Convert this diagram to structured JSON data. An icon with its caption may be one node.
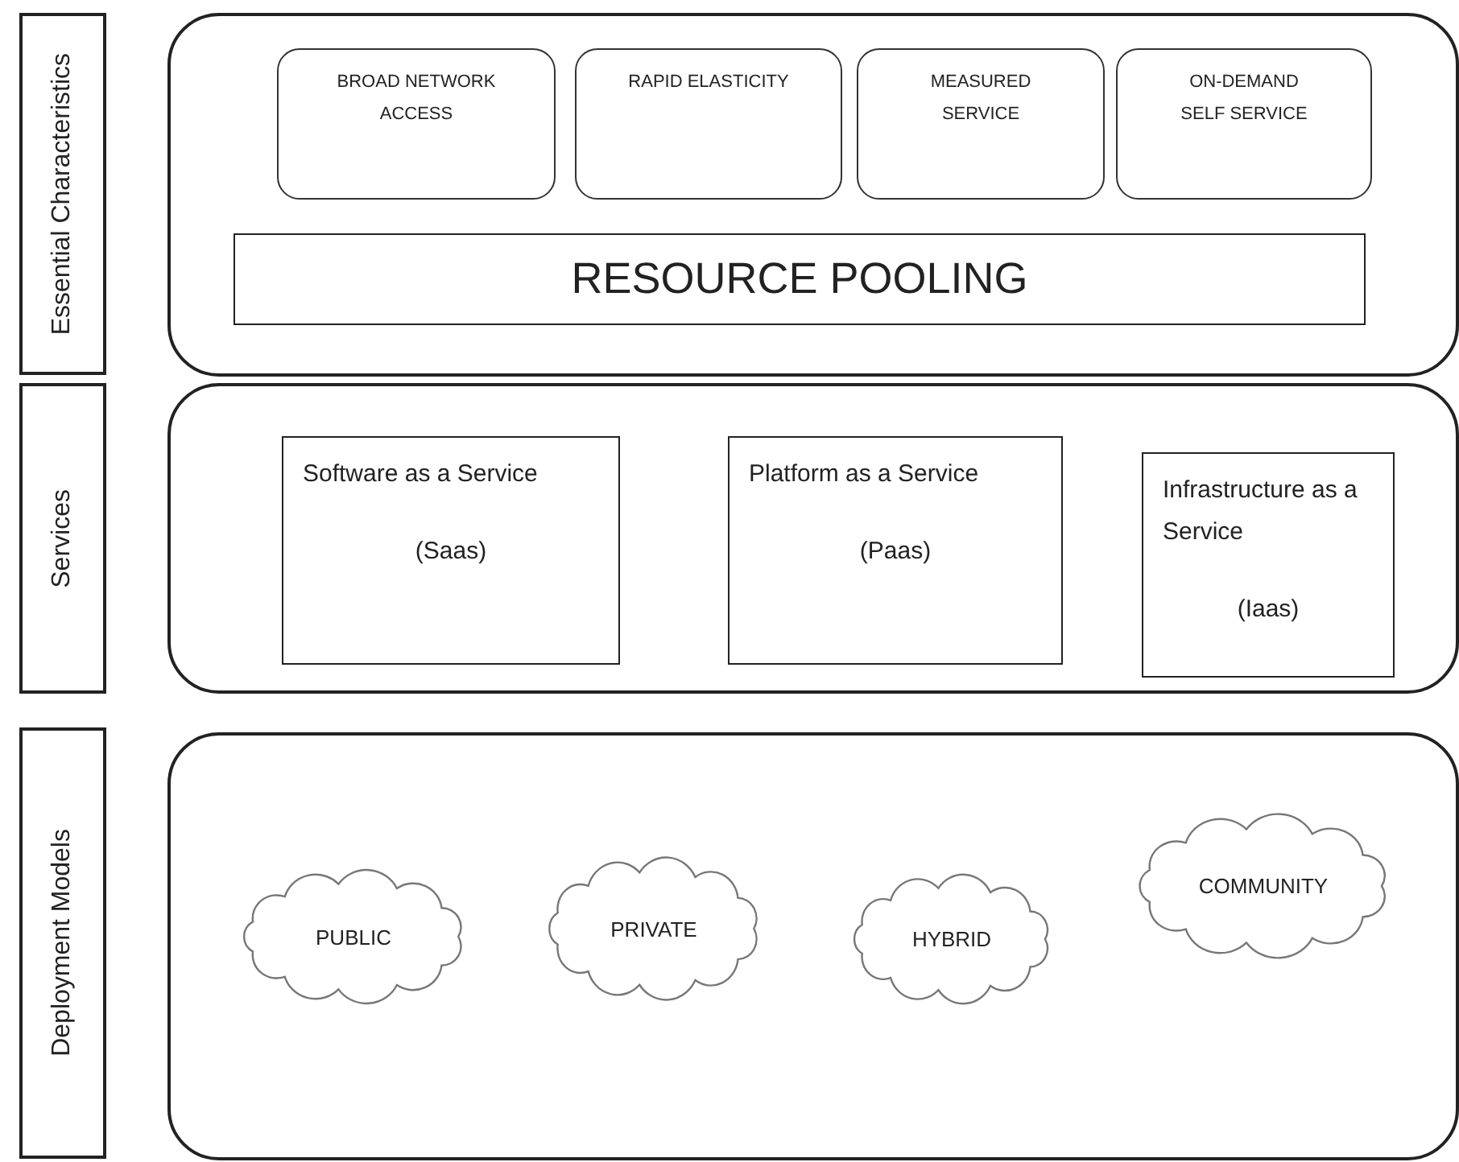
{
  "diagram": {
    "nodes": [
      {
        "text": [
          "Essential Characteristics"
        ]
      },
      {
        "text": [],
        "shape": "box"
      },
      {
        "text": [
          "BROAD NETWORK ACCESS"
        ],
        "in": 1
      },
      {
        "text": [
          "RAPID ELASTICITY"
        ],
        "in": 1
      },
      {
        "text": [
          "MEASURED SERVICE"
        ],
        "in": 1
      },
      {
        "text": [
          "ON-DEMAND SELF SERVICE"
        ],
        "in": 1
      },
      {
        "text": [
          "RESOURCE POOLING"
        ],
        "in": 1
      },
      {
        "text": [
          "Services"
        ]
      },
      {
        "text": [],
        "shape": "box"
      },
      {
        "text": [
          "Software as a Service",
          "(Saas)"
        ],
        "in": 8
      },
      {
        "text": [
          "Platform as a Service",
          "(Paas)"
        ],
        "in": 8
      },
      {
        "text": [
          "Infrastructure as a Service",
          "(Iaas)"
        ],
        "in": 8
      },
      {
        "text": [
          "Deployment Models"
        ]
      },
      {
        "text": [],
        "shape": "box"
      },
      {
        "text": [
          "PUBLIC"
        ],
        "in": 13
      },
      {
        "text": [
          "PRIVATE"
        ],
        "in": 13
      },
      {
        "text": [
          "HYBRID"
        ],
        "in": 13
      },
      {
        "text": [
          "COMMUNITY"
        ],
        "in": 13
      }
    ],
    "edges": []
  }
}
